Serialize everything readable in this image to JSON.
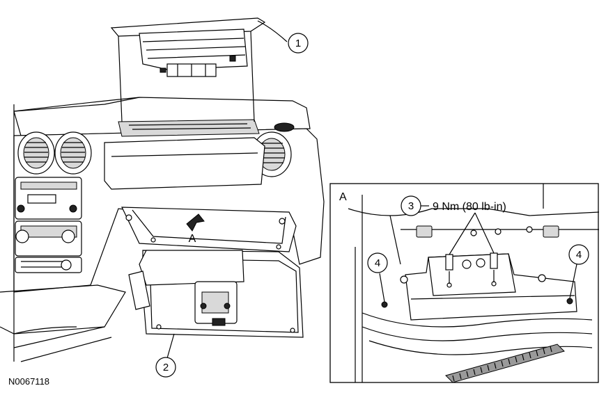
{
  "figure_id": "N0067118",
  "callouts": {
    "c1": "1",
    "c2": "2",
    "c3": "3",
    "c4_left": "4",
    "c4_right": "4"
  },
  "view_labels": {
    "main_arrow_label": "A",
    "detail_label": "A"
  },
  "torque_spec": "9 Nm (80 lb-in)"
}
